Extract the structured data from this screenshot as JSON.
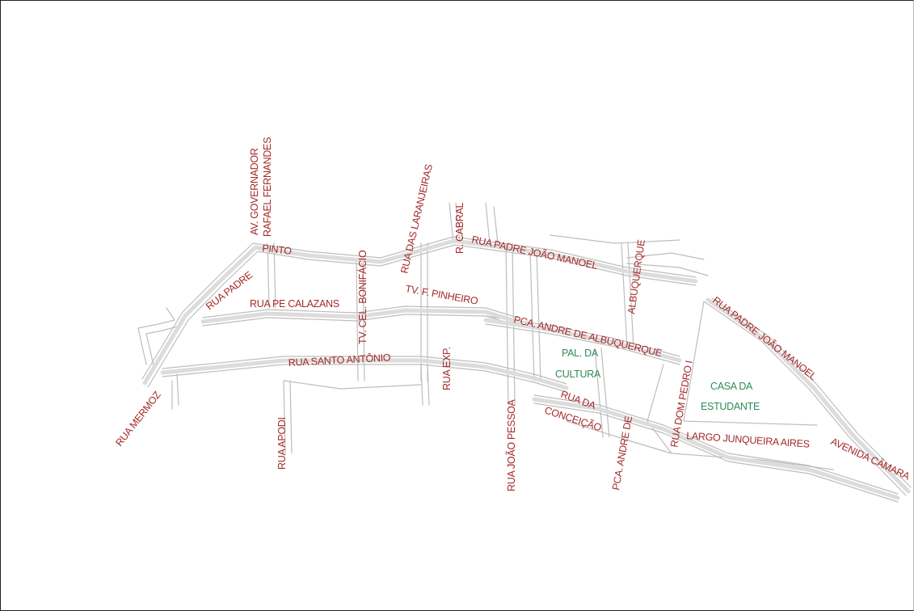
{
  "map": {
    "colors": {
      "street_label": "#a52a2a",
      "poi_label": "#2e8b57",
      "road": "#dcdcdc",
      "background": "#ffffff"
    },
    "streets": {
      "av_governador_1": "AV. GOVERNADOR",
      "av_governador_2": "RAFAEL FERNANDES",
      "rua_padre": "RUA PADRE",
      "pinto": "PINTO",
      "rua_pe_calazans": "RUA PE CALAZANS",
      "tv_cel_bonifacio": "TV. CEL. BONIFÁCIO",
      "rua_das_laranjeiras": "RUA DAS LARANJEIRAS",
      "rua_exp": "RUA EXP.",
      "r_cabral": "R. CABRAL",
      "tv_f_pinheiro": "TV. F. PINHEIRO",
      "rua_padre_joao_manoel_1": "RUA PADRE JOÃO MANOEL",
      "albuquerque_vertical": "ALBUQUERQUE",
      "pca_andre_de_albuquerque": "PCA. ANDRE DE ALBUQUERQUE",
      "rua_dom_pedro_i": "RUA DOM PEDRO I",
      "rua_padre_joao_manoel_2": "RUA PADRE JOÃO MANOEL",
      "rua_santo_antonio": "RUA SANTO ANTÔNIO",
      "rua_mermoz": "RUA MERMOZ",
      "rua_apodi": "RUA APODI",
      "rua_joao_pessoa": "RUA JOÃO PESSOA",
      "rua_da": "RUA DA",
      "conceicao": "CONCEIÇÃO",
      "pca_andre_de": "PCA. ANDRE DE",
      "largo_junqueira_aires": "LARGO JUNQUEIRA AIRES",
      "avenida_camara": "AVENIDA CÂMARA"
    },
    "places": {
      "pal_da": "PAL. DA",
      "cultura": "CULTURA",
      "casa_da": "CASA DA",
      "estudante": "ESTUDANTE"
    }
  }
}
